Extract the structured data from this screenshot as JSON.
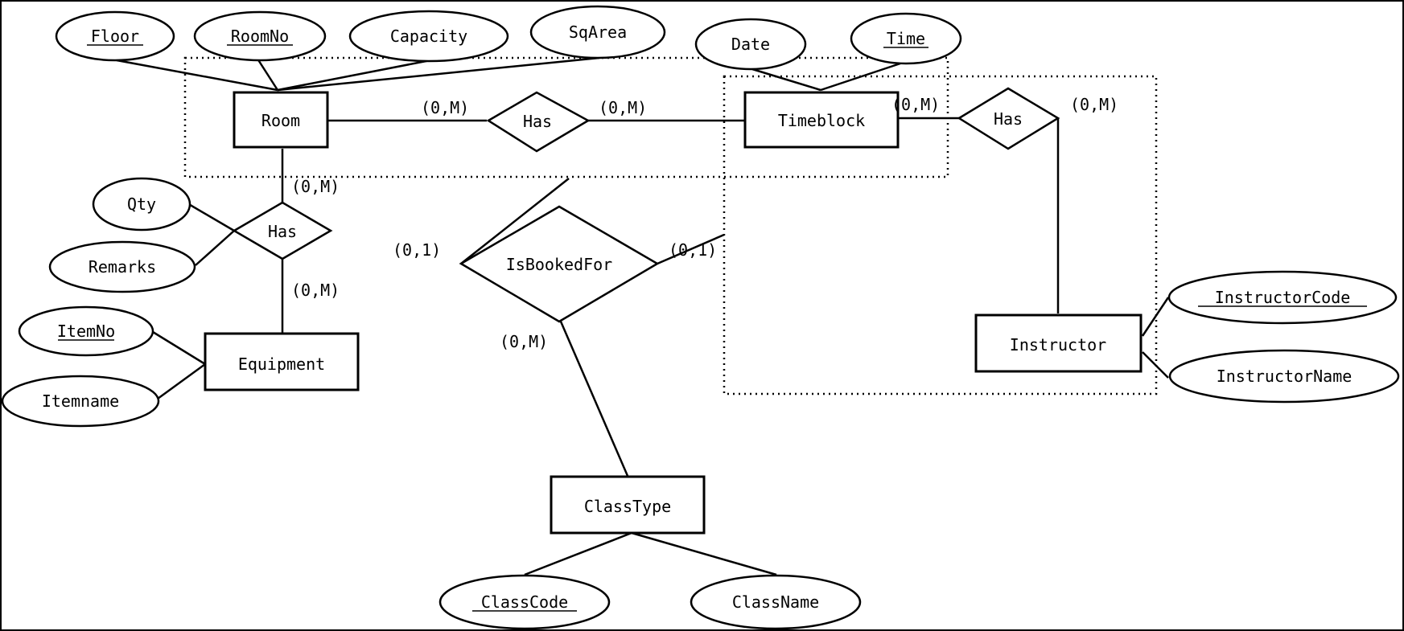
{
  "entities": {
    "room": "Room",
    "timeblock": "Timeblock",
    "equipment": "Equipment",
    "instructor": "Instructor",
    "classtype": "ClassType"
  },
  "relationships": {
    "room_timeblock": "Has",
    "timeblock_instructor": "Has",
    "room_equipment": "Has",
    "booking": "IsBookedFor"
  },
  "attributes": {
    "floor": {
      "label": "Floor",
      "key": true
    },
    "roomno": {
      "label": "RoomNo",
      "key": true
    },
    "capacity": {
      "label": "Capacity",
      "key": false
    },
    "sqarea": {
      "label": "SqArea",
      "key": false
    },
    "date": {
      "label": "Date",
      "key": false
    },
    "time": {
      "label": "Time",
      "key": true
    },
    "qty": {
      "label": "Qty",
      "key": false
    },
    "remarks": {
      "label": "Remarks",
      "key": false
    },
    "itemno": {
      "label": "ItemNo",
      "key": true
    },
    "itemname": {
      "label": "Itemname",
      "key": false
    },
    "instructorcode": {
      "label": "InstructorCode",
      "key": true
    },
    "instructorname": {
      "label": "InstructorName",
      "key": false
    },
    "classcode": {
      "label": "ClassCode",
      "key": true
    },
    "classname": {
      "label": "ClassName",
      "key": false
    }
  },
  "cardinalities": {
    "room_has_left": "(0,M)",
    "room_has_right": "(0,M)",
    "timeblock_has_left": "(0,M)",
    "timeblock_has_right": "(0,M)",
    "room_equipment_top": "(0,M)",
    "room_equipment_bottom": "(0,M)",
    "booking_left": "(0,1)",
    "booking_right": "(0,1)",
    "booking_bottom": "(0,M)"
  }
}
